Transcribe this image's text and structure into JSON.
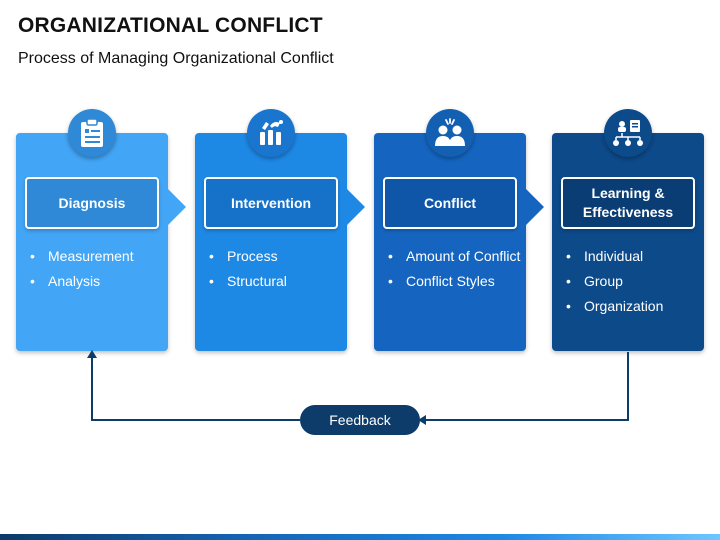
{
  "title": "ORGANIZATIONAL CONFLICT",
  "subtitle": "Process of Managing Organizational Conflict",
  "stages": [
    {
      "label": "Diagnosis",
      "bullets": [
        "Measurement",
        "Analysis"
      ],
      "icon": "clipboard-icon",
      "color": "#42a5f5",
      "box_color": "#2f89d6",
      "icon_color": "#2f89d6"
    },
    {
      "label": "Intervention",
      "bullets": [
        "Process",
        "Structural"
      ],
      "icon": "raised-hands-icon",
      "color": "#1e88e5",
      "box_color": "#1671c8",
      "icon_color": "#1a75cf"
    },
    {
      "label": "Conflict",
      "bullets": [
        "Amount of Conflict",
        "Conflict Styles"
      ],
      "icon": "arguing-people-icon",
      "color": "#1565c0",
      "box_color": "#0f56a8",
      "icon_color": "#1360b3"
    },
    {
      "label": "Learning & Effectiveness",
      "bullets": [
        "Individual",
        "Group",
        "Organization"
      ],
      "icon": "org-chart-icon",
      "color": "#0d4a8a",
      "box_color": "#0a3d74",
      "icon_color": "#0d4a8a"
    }
  ],
  "feedback_label": "Feedback"
}
